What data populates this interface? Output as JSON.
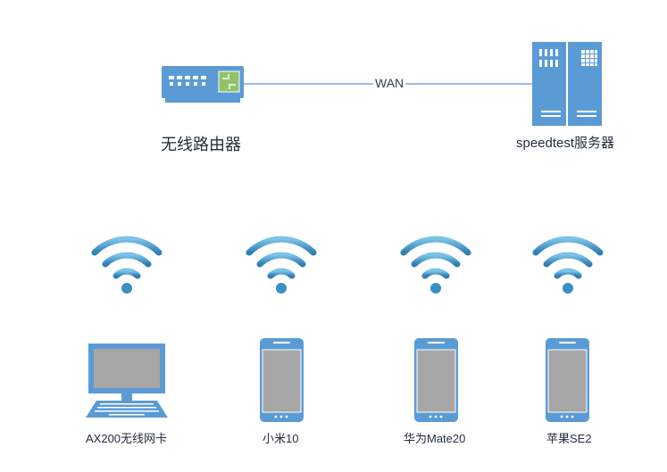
{
  "router": {
    "label": "无线路由器"
  },
  "server": {
    "label": "speedtest服务器"
  },
  "link": {
    "label": "WAN"
  },
  "devices": [
    {
      "label": "AX200无线网卡",
      "type": "laptop"
    },
    {
      "label": "小米10",
      "type": "phone"
    },
    {
      "label": "华为Mate20",
      "type": "phone"
    },
    {
      "label": "苹果SE2",
      "type": "phone"
    }
  ],
  "colors": {
    "device_blue": "#5b9bd5",
    "screen_gray": "#a6a6a6",
    "router_green": "#92c36a",
    "wan_line": "#5b9bd5"
  }
}
